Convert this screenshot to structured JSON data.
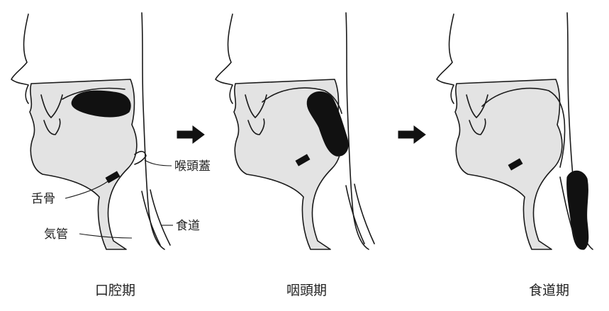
{
  "labels": {
    "epiglottis": "喉頭蓋",
    "hyoid": "舌骨",
    "esophagus": "食道",
    "trachea": "気管"
  },
  "captions": {
    "oral": "口腔期",
    "pharyngeal": "咽頭期",
    "esophageal": "食道期"
  },
  "colors": {
    "tissue": "#e3e3e3",
    "outline": "#1a1a1a",
    "bolus": "#111111"
  }
}
